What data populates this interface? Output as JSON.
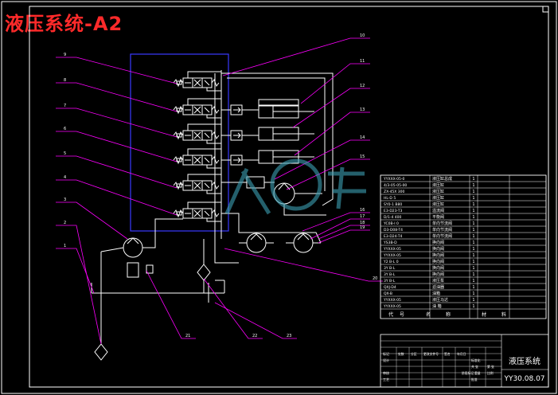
{
  "title": "液压系统-A2",
  "title_block": {
    "drawing_name": "液压系统",
    "drawing_number": "YY30.08.07",
    "header_labels": [
      "代",
      "号",
      "名",
      "称",
      "材",
      "料"
    ],
    "row_labels": [
      "标记",
      "设计",
      "审核",
      "工艺"
    ],
    "cells": [
      "处数",
      "分区",
      "更改文件号",
      "签名",
      "年月日",
      "标准化",
      "批准",
      "共 张",
      "第 张",
      "阶段标记",
      "重量",
      "比例"
    ]
  },
  "bom": {
    "codes": [
      "YYXXX-05-0",
      "4/3-05-05-00",
      "ZX-45X 300",
      "HL-D 5",
      "SY0-1 B80",
      "E3-D23-T3",
      "D/1-4 400",
      "YC0B-I 0",
      "D3-D08-T4",
      "E3-D24-T4",
      "YS3B-D",
      "YYXXX-05",
      "YYXXX-05",
      "Y2 B-L 0",
      "3Y B-L",
      "3Y B-L",
      "3Y B-L",
      "QXJ-D4",
      "QX-B",
      "YYXXX-05",
      "YYXXX-05"
    ],
    "names": [
      "液压缸总成",
      "液压缸",
      "液压缸",
      "液压缸",
      "液压缸",
      "溢流阀",
      "平衡阀",
      "单向节流阀",
      "单向节流阀",
      "单向节流阀",
      "换向阀",
      "换向阀",
      "换向阀",
      "换向阀",
      "换向阀",
      "换向阀",
      "液压泵",
      "滤油器",
      "油箱",
      "液压马达",
      "油 箱"
    ],
    "quantities": [
      "1",
      "1",
      "1",
      "1",
      "1",
      "1",
      "1",
      "1",
      "1",
      "1",
      "1",
      "1",
      "1",
      "1",
      "1",
      "1",
      "1",
      "1",
      "1",
      "1",
      "1"
    ]
  },
  "callouts": {
    "left": [
      "9",
      "8",
      "7",
      "6",
      "5",
      "4",
      "3",
      "2",
      "1"
    ],
    "right": [
      "10",
      "11",
      "12",
      "13",
      "14",
      "15",
      "16",
      "17",
      "18",
      "19"
    ],
    "bottom": [
      "20",
      "21",
      "22",
      "23"
    ]
  },
  "colors": {
    "background": "#000000",
    "title": "#ff2a2a",
    "frame": "#ffffff",
    "leader": "#ff00ff",
    "valve_group": "#3a3aff",
    "watermark": "#3da0b4"
  }
}
